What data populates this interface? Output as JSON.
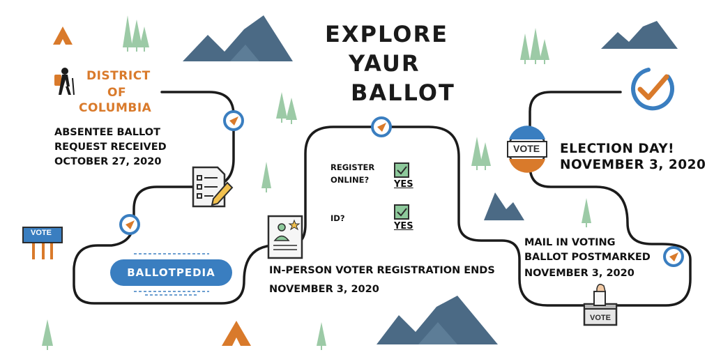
{
  "header": {
    "title_line1": "EXPLORE",
    "title_line2": "YAUR",
    "title_line3": "BALLOT"
  },
  "location": {
    "line1": "DISTRICT",
    "line2": "OF",
    "line3": "COLUMBIA"
  },
  "milestones": {
    "absentee": {
      "line1": "ABSENTEE BALLOT",
      "line2": "REQUEST RECEIVED",
      "date": "OCTOBER 27, 2020"
    },
    "in_person": {
      "label": "IN-PERSON VOTER REGISTRATION ENDS",
      "date": "NOVEMBER 3, 2020"
    },
    "election_day": {
      "label": "ELECTION DAY!",
      "date": "NOVEMBER 3, 2020"
    },
    "mail_in": {
      "line1": "MAIL IN VOTING",
      "line2": "BALLOT POSTMARKED",
      "date": "NOVEMBER 3, 2020"
    }
  },
  "questions": {
    "register_line1": "REGISTER",
    "register_line2": "ONLINE?",
    "register_answer": "YES",
    "id": "ID?",
    "id_answer": "YES"
  },
  "brand": {
    "name": "BALLOTPEDIA"
  },
  "signs": {
    "vote_badge": "VOTE",
    "vote_sign": "VOTE",
    "vote_box": "VOTE"
  },
  "icons": [
    "tent-icon",
    "pine-tree-icon",
    "mountain-icon",
    "hiker-icon",
    "compass-marker-icon",
    "checklist-pencil-icon",
    "vote-sign-icon",
    "resume-document-icon",
    "checkbox-checked-icon",
    "checkmark-circle-icon",
    "vote-badge-icon",
    "ballot-box-icon"
  ],
  "colors": {
    "path": "#1b1b1b",
    "marker": "#3a7ec0",
    "accent": "#d97a2b",
    "mountain": "#4b6a85",
    "tree": "#9ccaa6",
    "brand": "#3a7ec0",
    "check_fill": "#8dc99b",
    "ink": "#111111"
  }
}
